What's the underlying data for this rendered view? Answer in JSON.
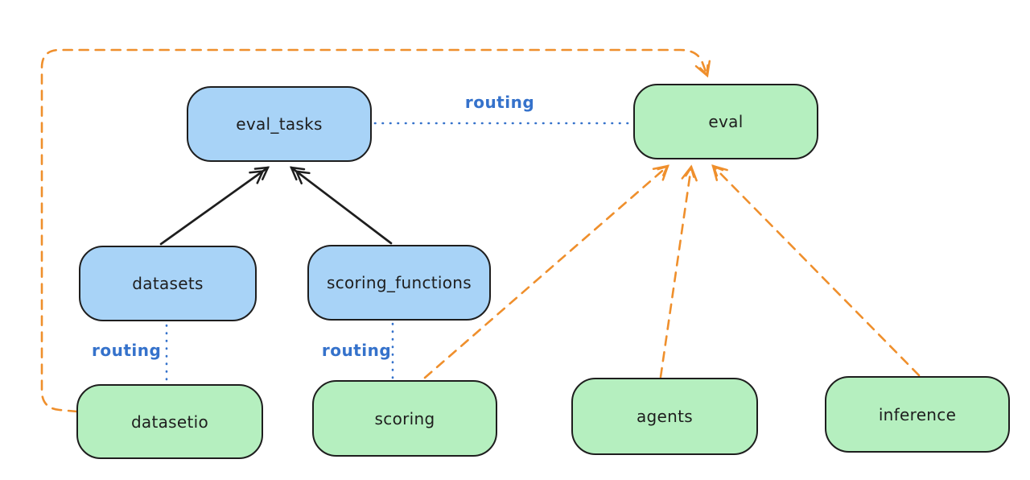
{
  "colors": {
    "background": "#ffffff",
    "stroke_dark": "#1e1e1e",
    "node_blue_fill": "#a8d3f7",
    "node_green_fill": "#b5efbf",
    "routing_blue": "#3572cb",
    "provider_orange": "#ef8f2c"
  },
  "nodes": [
    {
      "id": "eval_tasks",
      "label": "eval_tasks",
      "fill": "blue"
    },
    {
      "id": "eval",
      "label": "eval",
      "fill": "green"
    },
    {
      "id": "datasets",
      "label": "datasets",
      "fill": "blue"
    },
    {
      "id": "scoring_functions",
      "label": "scoring_functions",
      "fill": "blue"
    },
    {
      "id": "datasetio",
      "label": "datasetio",
      "fill": "green"
    },
    {
      "id": "scoring",
      "label": "scoring",
      "fill": "green"
    },
    {
      "id": "agents",
      "label": "agents",
      "fill": "green"
    },
    {
      "id": "inference",
      "label": "inference",
      "fill": "green"
    }
  ],
  "edges": [
    {
      "from": "datasets",
      "to": "eval_tasks",
      "style": "solid-black-arrow",
      "label": ""
    },
    {
      "from": "scoring_functions",
      "to": "eval_tasks",
      "style": "solid-black-arrow",
      "label": ""
    },
    {
      "from": "eval_tasks",
      "to": "eval",
      "style": "dotted-blue",
      "label": "routing"
    },
    {
      "from": "datasets",
      "to": "datasetio",
      "style": "dotted-blue",
      "label": "routing"
    },
    {
      "from": "scoring_functions",
      "to": "scoring",
      "style": "dotted-blue",
      "label": "routing"
    },
    {
      "from": "datasetio",
      "to": "eval",
      "style": "dashed-orange-arrow",
      "label": ""
    },
    {
      "from": "scoring",
      "to": "eval",
      "style": "dashed-orange-arrow",
      "label": ""
    },
    {
      "from": "agents",
      "to": "eval",
      "style": "dashed-orange-arrow",
      "label": ""
    },
    {
      "from": "inference",
      "to": "eval",
      "style": "dashed-orange-arrow",
      "label": ""
    }
  ]
}
